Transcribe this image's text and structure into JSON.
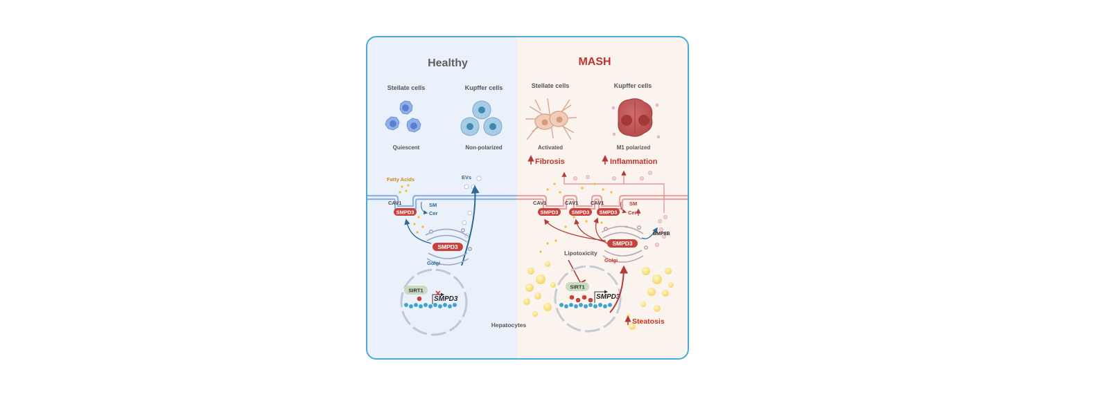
{
  "colors": {
    "healthy_bg": "#eaf1fb",
    "mash_bg": "#fbf3ee",
    "frame": "#4aa9d8",
    "healthy_title": "#5f5f5f",
    "mash_title": "#c0332b",
    "smpd3": "#c9413b",
    "healthy_arrow": "#2c6a94",
    "mash_arrow": "#b23a3a",
    "fatty_acid": "#f2c029",
    "dna": "#3fa5cf"
  },
  "icons": {
    "stellate_quiescent": "quiescent-stellate-cells-icon",
    "kupffer_healthy": "non-polarized-kupffer-cells-icon",
    "stellate_activated": "activated-stellate-cells-icon",
    "kupffer_m1": "m1-kupffer-cells-icon",
    "golgi": "golgi-icon",
    "nucleus": "nucleus-icon",
    "dna": "dna-icon"
  },
  "healthy": {
    "title": "Healthy",
    "stellate_label": "Stellate cells",
    "stellate_state": "Quiescent",
    "kupffer_label": "Kupffer cells",
    "kupffer_state": "Non-polarized",
    "fatty_acids": "Fatty Acids",
    "evs": "EVs",
    "cav1": "CAV1",
    "sm": "SM",
    "cer": "Cer",
    "smpd3_membrane": "SMPD3",
    "smpd3_golgi": "SMPD3",
    "golgi": "Golgi",
    "sirt1": "SIRT1",
    "gene": "SMPD3"
  },
  "mash": {
    "title": "MASH",
    "stellate_label": "Stellate cells",
    "stellate_state": "Activated",
    "kupffer_label": "Kupffer cells",
    "kupffer_state": "M1 polarized",
    "fibrosis": "Fibrosis",
    "inflammation": "Inflammation",
    "cav1_a": "CAV1",
    "cav1_b": "CAV1",
    "cav1_c": "CAV1",
    "smpd3_a": "SMPD3",
    "smpd3_b": "SMPD3",
    "smpd3_c": "SMPD3",
    "smpd3_golgi": "SMPD3",
    "sm": "SM",
    "cer": "Cer",
    "bmp8b": "BMP8B",
    "golgi": "Golgi",
    "lipotoxicity": "Lipotoxicity",
    "sirt1": "SIRT1",
    "gene": "SMPD3",
    "steatosis": "Steatosis"
  },
  "center_label": "Hepatocytes"
}
